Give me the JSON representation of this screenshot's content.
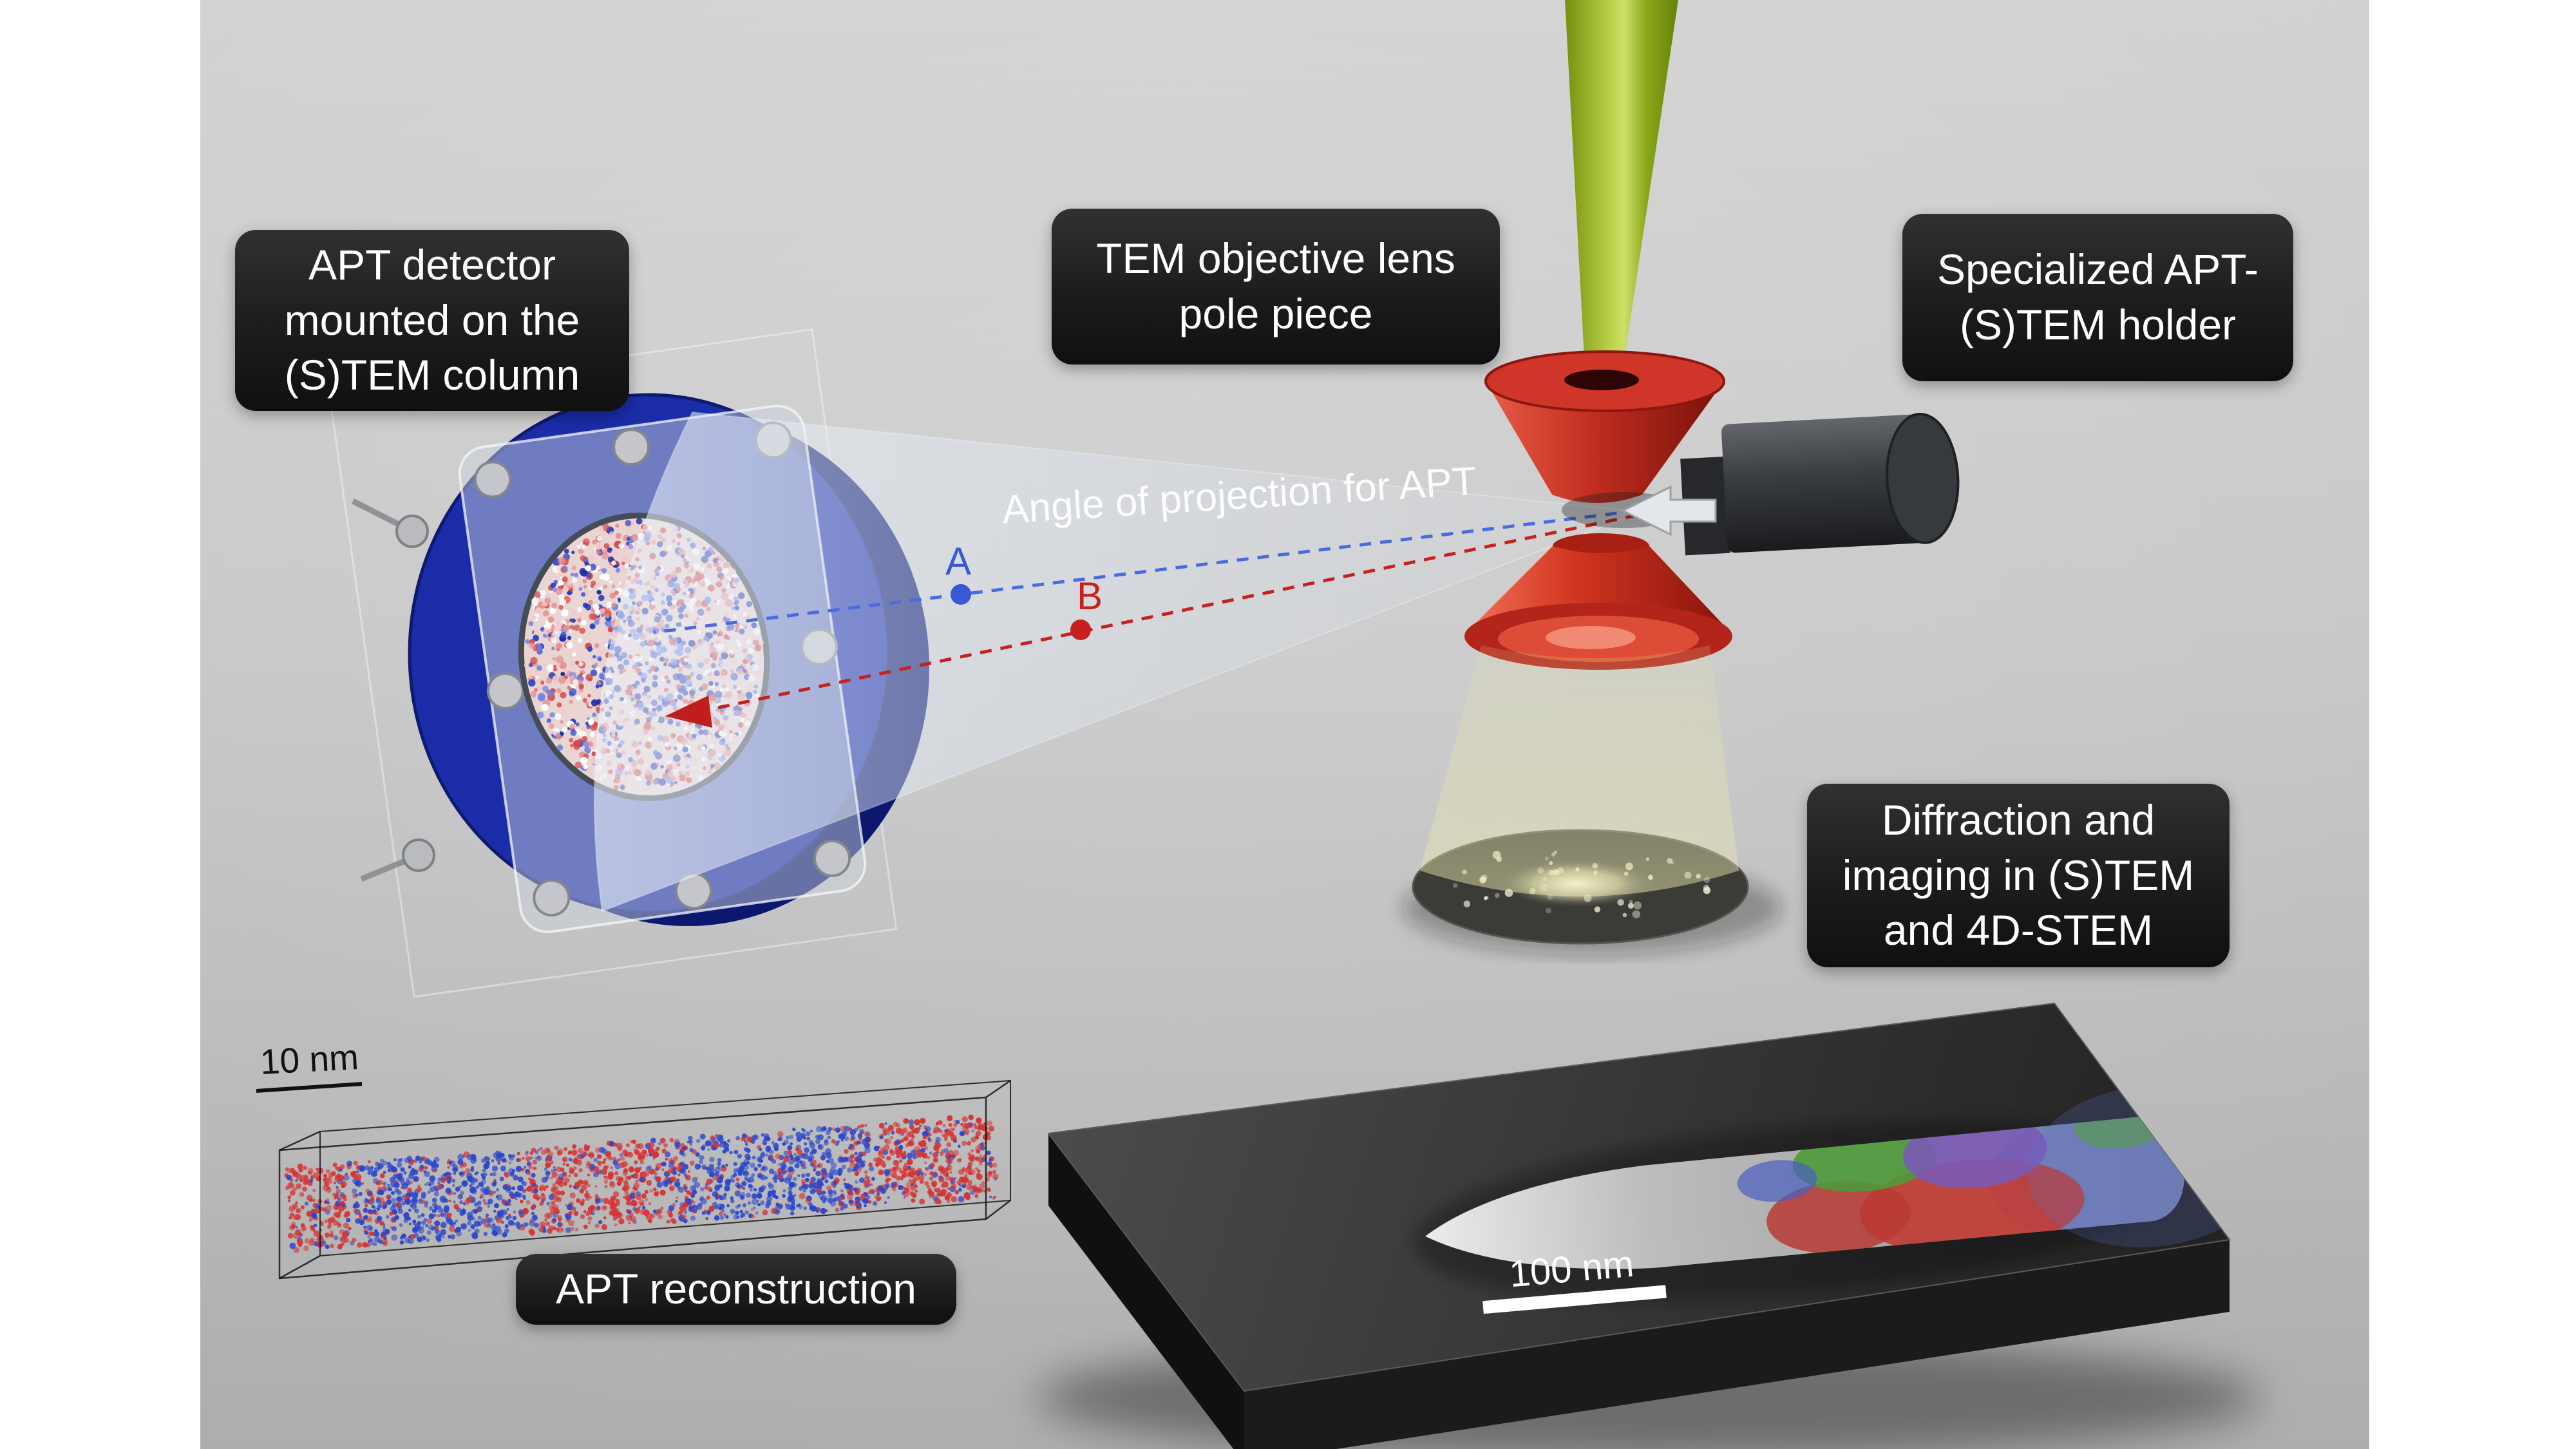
{
  "callouts": {
    "detector": "APT detector\nmounted on the\n(S)TEM column",
    "pole_piece": "TEM objective lens\npole piece",
    "holder": "Specialized APT-\n(S)TEM holder",
    "diffraction": "Diffraction and\nimaging in (S)TEM\nand 4D-STEM",
    "reconstruction": "APT reconstruction"
  },
  "annotations": {
    "angle_of_projection": "Angle of projection for APT",
    "point_a": "A",
    "point_b": "B",
    "recon_scale": "10 nm",
    "tip_scale": "100 nm"
  },
  "colors": {
    "detector_blue": "#1a2ca8",
    "pole_red": "#c62f22",
    "beam_green": "#9ab428",
    "point_a_blue": "#3a57d6",
    "point_b_red": "#c81f1f",
    "recon_red": "#d63434",
    "recon_blue": "#2b46cc",
    "speckle_pink": "#e2938f",
    "callout_bg": "#1b1b1b",
    "callout_text": "#ffffff"
  }
}
